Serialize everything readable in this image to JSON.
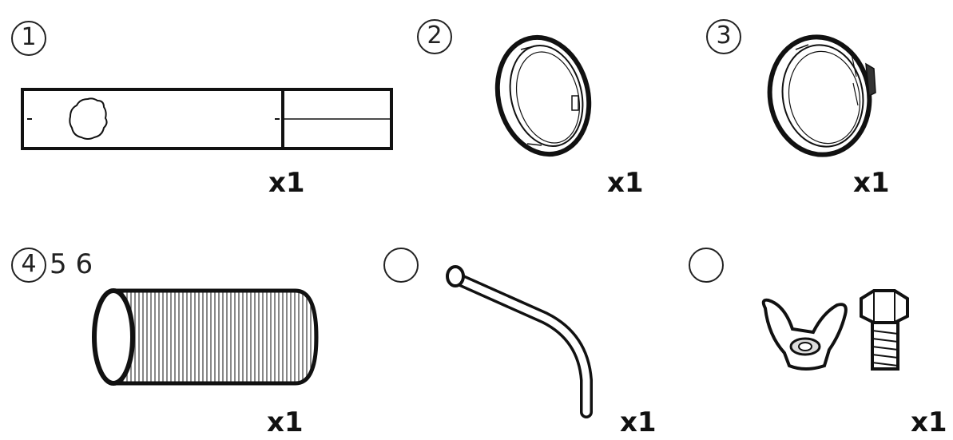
{
  "items": [
    {
      "number": "1",
      "qty": "x1"
    },
    {
      "number": "2",
      "qty": "x1"
    },
    {
      "number": "3",
      "qty": "x1"
    },
    {
      "number": "4",
      "extra": "5 6",
      "qty": "x1"
    },
    {
      "number": "",
      "qty": "x1"
    },
    {
      "number": "",
      "qty": "x1"
    }
  ]
}
